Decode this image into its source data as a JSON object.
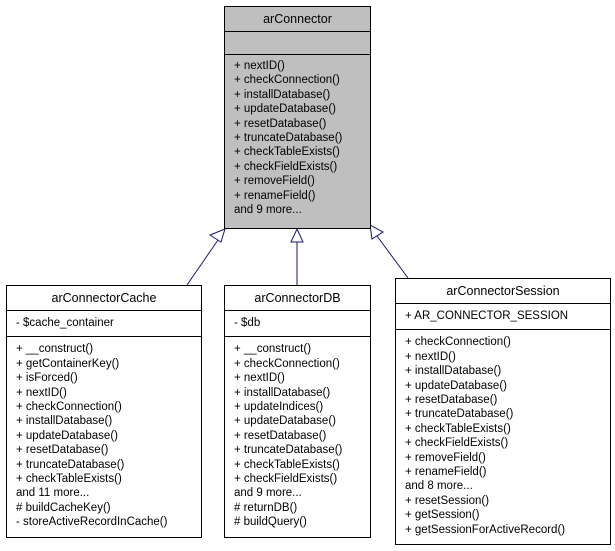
{
  "classes": {
    "base": {
      "name": "arConnector",
      "attributes": [],
      "methods": [
        "+ nextID()",
        "+ checkConnection()",
        "+ installDatabase()",
        "+ updateDatabase()",
        "+ resetDatabase()",
        "+ truncateDatabase()",
        "+ checkTableExists()",
        "+ checkFieldExists()",
        "+ removeField()",
        "+ renameField()",
        "and 9 more..."
      ]
    },
    "cache": {
      "name": "arConnectorCache",
      "attributes": [
        "- $cache_container"
      ],
      "methods": [
        "+ __construct()",
        "+ getContainerKey()",
        "+ isForced()",
        "+ nextID()",
        "+ checkConnection()",
        "+ installDatabase()",
        "+ updateDatabase()",
        "+ resetDatabase()",
        "+ truncateDatabase()",
        "+ checkTableExists()",
        "and 11 more...",
        "# buildCacheKey()",
        "- storeActiveRecordInCache()"
      ]
    },
    "db": {
      "name": "arConnectorDB",
      "attributes": [
        "- $db"
      ],
      "methods": [
        "+ __construct()",
        "+ checkConnection()",
        "+ nextID()",
        "+ installDatabase()",
        "+ updateIndices()",
        "+ updateDatabase()",
        "+ resetDatabase()",
        "+ truncateDatabase()",
        "+ checkTableExists()",
        "+ checkFieldExists()",
        "and 9 more...",
        "# returnDB()",
        "# buildQuery()"
      ]
    },
    "session": {
      "name": "arConnectorSession",
      "attributes": [
        "+ AR_CONNECTOR_SESSION"
      ],
      "methods": [
        "+ checkConnection()",
        "+ nextID()",
        "+ installDatabase()",
        "+ updateDatabase()",
        "+ resetDatabase()",
        "+ truncateDatabase()",
        "+ checkTableExists()",
        "+ checkFieldExists()",
        "+ removeField()",
        "+ renameField()",
        "and 8 more...",
        "+ resetSession()",
        "+ getSession()",
        "+ getSessionForActiveRecord()"
      ]
    }
  },
  "edges": [
    {
      "from": "cache",
      "to": "base",
      "type": "inheritance"
    },
    {
      "from": "db",
      "to": "base",
      "type": "inheritance"
    },
    {
      "from": "session",
      "to": "base",
      "type": "inheritance"
    }
  ],
  "colors": {
    "base_fill": "#bfbfbf",
    "box_fill": "#ffffff",
    "edge": "#191970",
    "border": "#000000"
  }
}
